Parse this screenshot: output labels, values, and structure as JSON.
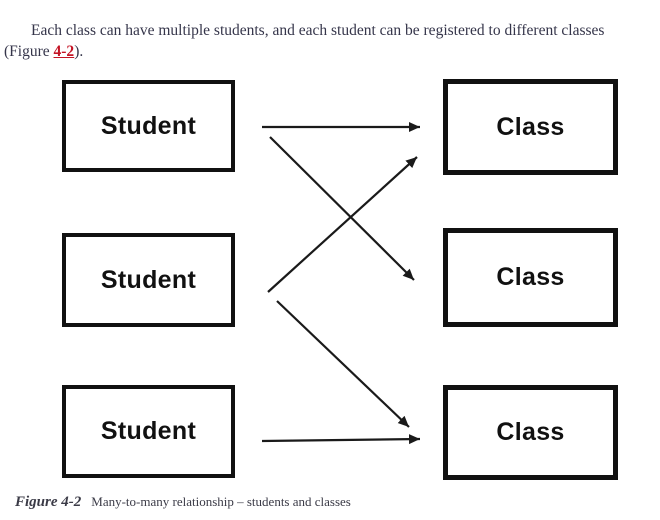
{
  "colors": {
    "body_text": "#35354a",
    "link_red": "#c41425",
    "diagram_ink": "#111111"
  },
  "paragraph": {
    "line1": "Each class can have multiple students, and each student can be registered to different classes",
    "line2_prefix": "(Figure ",
    "link_text": "4-2",
    "line2_suffix": ")."
  },
  "diagram": {
    "students": [
      "Student",
      "Student",
      "Student"
    ],
    "classes": [
      "Class",
      "Class",
      "Class"
    ],
    "connections": [
      {
        "from": "student-1",
        "to": "class-1"
      },
      {
        "from": "student-1",
        "to": "class-2"
      },
      {
        "from": "student-2",
        "to": "class-1"
      },
      {
        "from": "student-2",
        "to": "class-3"
      },
      {
        "from": "student-3",
        "to": "class-3"
      }
    ]
  },
  "figure_caption": {
    "label": "Figure 4-2",
    "text": "Many-to-many relationship – students and classes"
  }
}
